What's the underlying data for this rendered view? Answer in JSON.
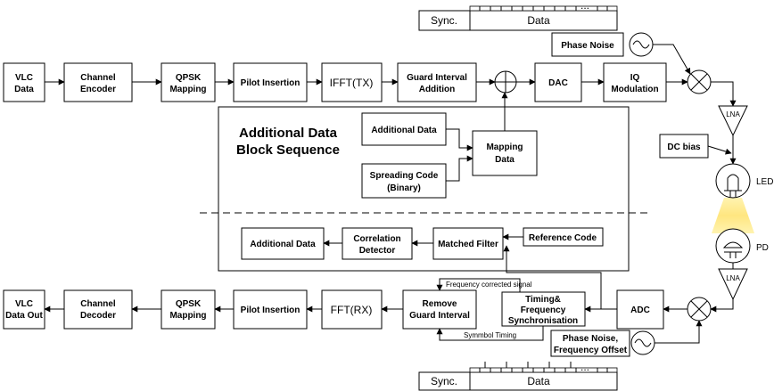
{
  "blocks": {
    "vlc_data": [
      "VLC",
      "Data"
    ],
    "channel_encoder": [
      "Channel",
      "Encoder"
    ],
    "qpsk_mapping_tx": [
      "QPSK",
      "Mapping"
    ],
    "pilot_insertion_tx": [
      "Pilot Insertion"
    ],
    "ifft_tx": [
      "IFFT(TX)"
    ],
    "guard_interval_addition": [
      "Guard Interval",
      "Addition"
    ],
    "dac": [
      "DAC"
    ],
    "iq_modulation": [
      "IQ",
      "Modulation"
    ],
    "phase_noise": [
      "Phase Noise"
    ],
    "lna_tx": [
      "LNA"
    ],
    "dc_bias": [
      "DC bias"
    ],
    "led": [
      "LED"
    ],
    "pd": [
      "PD"
    ],
    "lna_rx": [
      "LNA"
    ],
    "adc": [
      "ADC"
    ],
    "phase_noise_freq_offset": [
      "Phase Noise,",
      "Frequency Offset"
    ],
    "timing_freq_sync": [
      "Timing&",
      "Frequency",
      "Synchronisation"
    ],
    "remove_guard_interval": [
      "Remove",
      "Guard Interval"
    ],
    "fft_rx": [
      "FFT(RX)"
    ],
    "pilot_insertion_rx": [
      "Pilot Insertion"
    ],
    "qpsk_mapping_rx": [
      "QPSK",
      "Mapping"
    ],
    "channel_decoder": [
      "Channel",
      "Decoder"
    ],
    "vlc_data_out": [
      "VLC",
      "Data Out"
    ],
    "additional_data_in": [
      "Additional Data"
    ],
    "spreading_code": [
      "Spreading Code",
      "(Binary)"
    ],
    "mapping_data": [
      "Mapping",
      "Data"
    ],
    "reference_code": [
      "Reference Code"
    ],
    "matched_filter": [
      "Matched Filter"
    ],
    "correlation_detector": [
      "Correlation",
      "Detector"
    ],
    "additional_data_out": [
      "Additional Data"
    ]
  },
  "sequence_title": [
    "Additional Data",
    "Block Sequence"
  ],
  "signals": {
    "frequency_corrected": "Frequency corrected signal",
    "symbol_timing": "Symmbol Timing"
  },
  "frame_top": {
    "sync": "Sync.",
    "data": "Data",
    "ellipsis": "..."
  },
  "frame_bottom": {
    "sync": "Sync.",
    "data": "Data",
    "ellipsis": "..."
  },
  "colors": {
    "light_beam": "#ffe680"
  }
}
